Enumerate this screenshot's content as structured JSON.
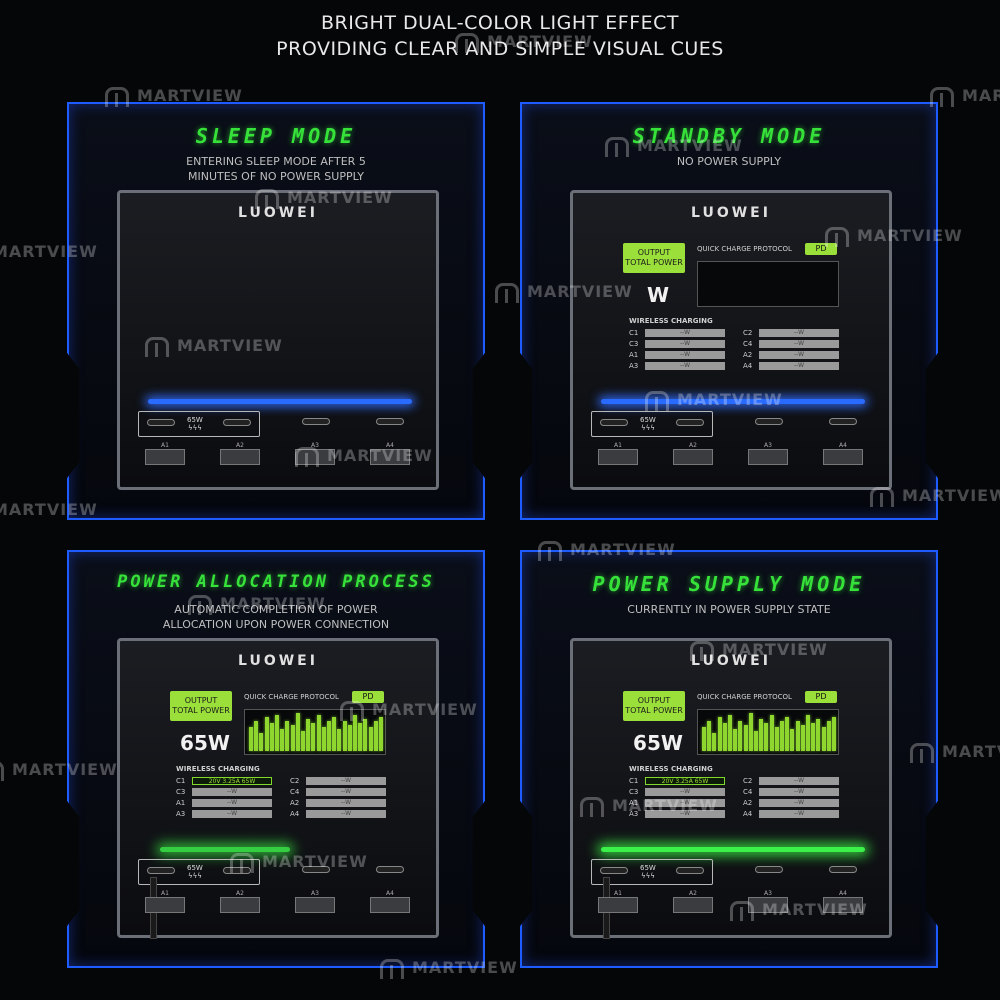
{
  "header": {
    "line1": "BRIGHT DUAL-COLOR LIGHT EFFECT",
    "line2": "PROVIDING CLEAR AND SIMPLE VISUAL CUES"
  },
  "brand": "LUOWEI",
  "watermark": "MARTVIEW",
  "panels": [
    {
      "title": "SLEEP MODE",
      "subtitle_line1": "ENTERING SLEEP MODE AFTER 5",
      "subtitle_line2": "MINUTES OF NO POWER SUPPLY",
      "light_color": "blue",
      "display_on": false
    },
    {
      "title": "STANDBY MODE",
      "subtitle_line1": "NO POWER SUPPLY",
      "subtitle_line2": "",
      "light_color": "blue",
      "display_on": true,
      "output_label_1": "OUTPUT",
      "output_label_2": "TOTAL POWER",
      "watt": "W",
      "qc_label": "QUICK CHARGE PROTOCOL",
      "pd": "PD",
      "wc_label": "WIRELESS CHARGING",
      "c1_value": "--W",
      "slot_value": "--W"
    },
    {
      "title": "POWER ALLOCATION PROCESS",
      "subtitle_line1": "AUTOMATIC COMPLETION OF POWER",
      "subtitle_line2": "ALLOCATION UPON POWER CONNECTION",
      "light_color": "green-partial",
      "display_on": true,
      "output_label_1": "OUTPUT",
      "output_label_2": "TOTAL POWER",
      "watt": "65W",
      "qc_label": "QUICK CHARGE PROTOCOL",
      "pd": "PD",
      "wc_label": "WIRELESS CHARGING",
      "c1_value": "20V 3.25A 65W",
      "slot_value": "--W"
    },
    {
      "title": "POWER SUPPLY MODE",
      "subtitle_line1": "CURRENTLY IN POWER SUPPLY STATE",
      "subtitle_line2": "",
      "light_color": "green",
      "display_on": true,
      "output_label_1": "OUTPUT",
      "output_label_2": "TOTAL POWER",
      "watt": "65W",
      "qc_label": "QUICK CHARGE PROTOCOL",
      "pd": "PD",
      "wc_label": "WIRELESS CHARGING",
      "c1_value": "20V 3.25A 65W",
      "slot_value": "--W"
    }
  ],
  "port_labels": {
    "left_col": [
      "C1",
      "C3",
      "A1",
      "A3"
    ],
    "right_col": [
      "C2",
      "C4",
      "A2",
      "A4"
    ],
    "usb_a": [
      "A1",
      "A2",
      "A3",
      "A4"
    ],
    "group_watt": "65W",
    "group_symbol": "ϟϟϟ"
  },
  "colors": {
    "accent_green": "#36e23a",
    "panel_border_blue": "#1f5cff",
    "display_green": "#9be03a"
  }
}
